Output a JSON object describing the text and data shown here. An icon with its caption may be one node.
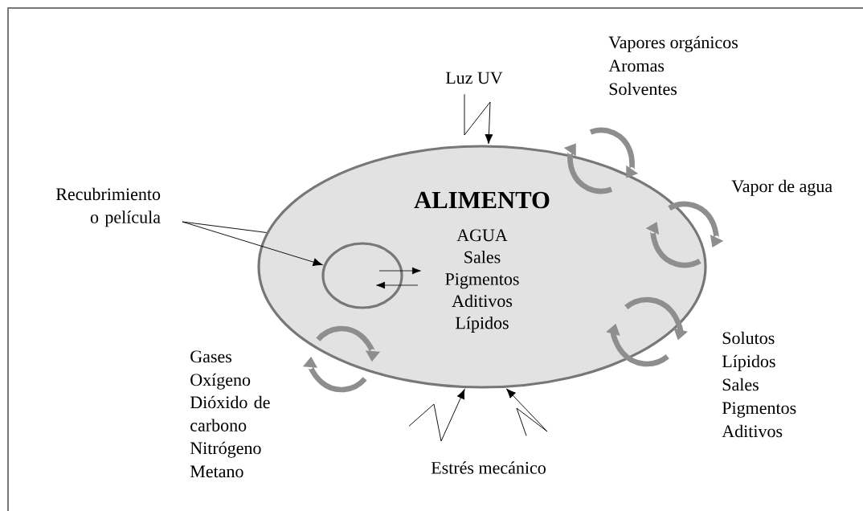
{
  "diagram": {
    "nodes": [
      {
        "text": [
          "ALIMENTO",
          "AGUA",
          "Sales",
          "Pigmentos",
          "Aditivos",
          "Lípidos"
        ]
      },
      {
        "text": [],
        "shape": "circle",
        "in": 0
      },
      {
        "text": [
          "Recubrimiento o película"
        ]
      },
      {
        "text": [
          "Luz UV"
        ]
      },
      {
        "text": [
          "Estrés mecánico"
        ]
      }
    ],
    "edges": [
      {
        "from": 2,
        "to": 0,
        "arrow": "none"
      },
      {
        "from": 2,
        "to": 1,
        "arrow": "to"
      },
      {
        "from": 3,
        "to": 0,
        "arrow": "to"
      },
      {
        "from": 4,
        "to": 0,
        "arrow": "to"
      },
      {
        "from": 4,
        "to": 0,
        "arrow": "to"
      }
    ],
    "labels": [
      "Vapores orgánicos",
      "Aromas",
      "Solventes",
      "Vapor de agua",
      "Gases",
      "Oxígeno",
      "Dióxido de carbono",
      "Nitrógeno",
      "Metano",
      "Solutos",
      "Lípidos",
      "Sales",
      "Pigmentos",
      "Aditivos"
    ]
  }
}
